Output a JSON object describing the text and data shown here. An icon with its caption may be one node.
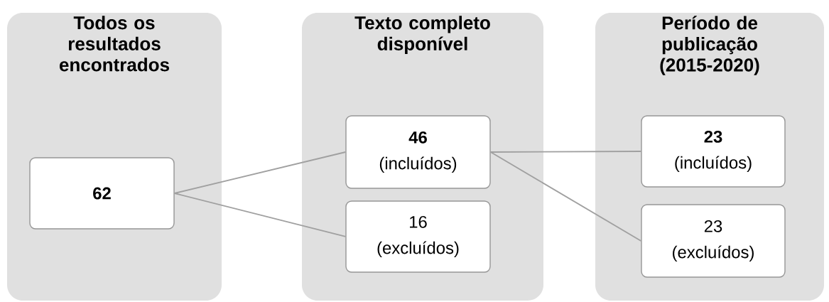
{
  "diagram": {
    "nodes": [
      {
        "text": [
          "Todos os resultados encontrados"
        ]
      },
      {
        "text": [
          "62"
        ],
        "in": 0
      },
      {
        "text": [
          "Texto completo disponível"
        ]
      },
      {
        "text": [
          "46",
          "(incluídos)"
        ],
        "in": 2
      },
      {
        "text": [
          "16",
          "(excluídos)"
        ],
        "in": 2
      },
      {
        "text": [
          "Período de publicação (2015-2020)"
        ]
      },
      {
        "text": [
          "23",
          "(incluídos)"
        ],
        "in": 5
      },
      {
        "text": [
          "23",
          "(excluídos)"
        ],
        "in": 5
      }
    ],
    "edges": [
      {
        "from": 1,
        "to": 3,
        "arrow": "none"
      },
      {
        "from": 1,
        "to": 4,
        "arrow": "none"
      },
      {
        "from": 3,
        "to": 6,
        "arrow": "none"
      },
      {
        "from": 3,
        "to": 7,
        "arrow": "none"
      }
    ]
  }
}
